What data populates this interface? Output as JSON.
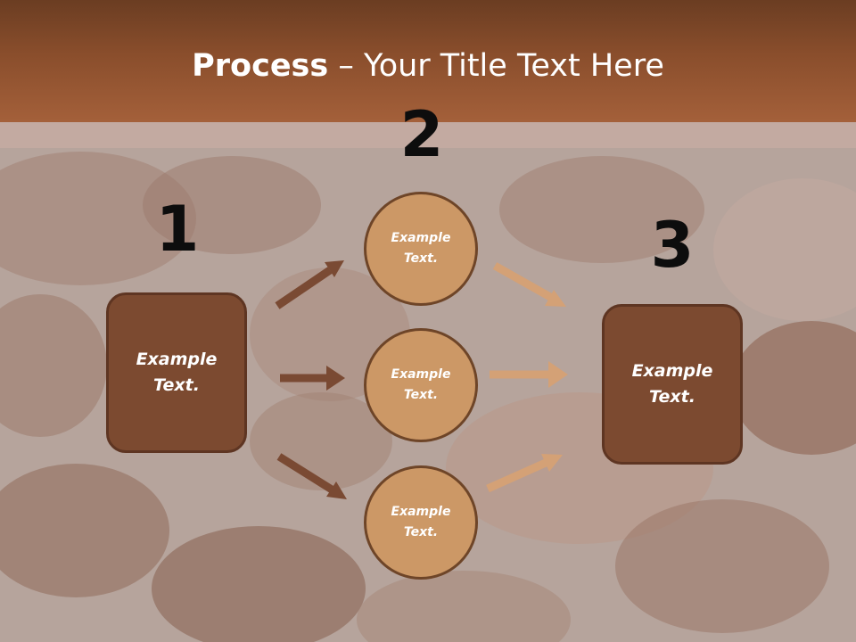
{
  "title": {
    "bold": "Process",
    "rest": " – Your Title Text Here"
  },
  "steps": {
    "one": "1",
    "two": "2",
    "three": "3"
  },
  "boxes": {
    "left": [
      "Example",
      "Text."
    ],
    "right": [
      "Example",
      "Text."
    ]
  },
  "circles": [
    [
      "Example",
      "Text."
    ],
    [
      "Example",
      "Text."
    ],
    [
      "Example",
      "Text."
    ]
  ],
  "colors": {
    "header": "#8a4e2c",
    "box_fill": "#7c4a30",
    "circle_fill": "#cc9866",
    "arrow_dark": "#7a4a33",
    "arrow_light": "#d4a176"
  }
}
